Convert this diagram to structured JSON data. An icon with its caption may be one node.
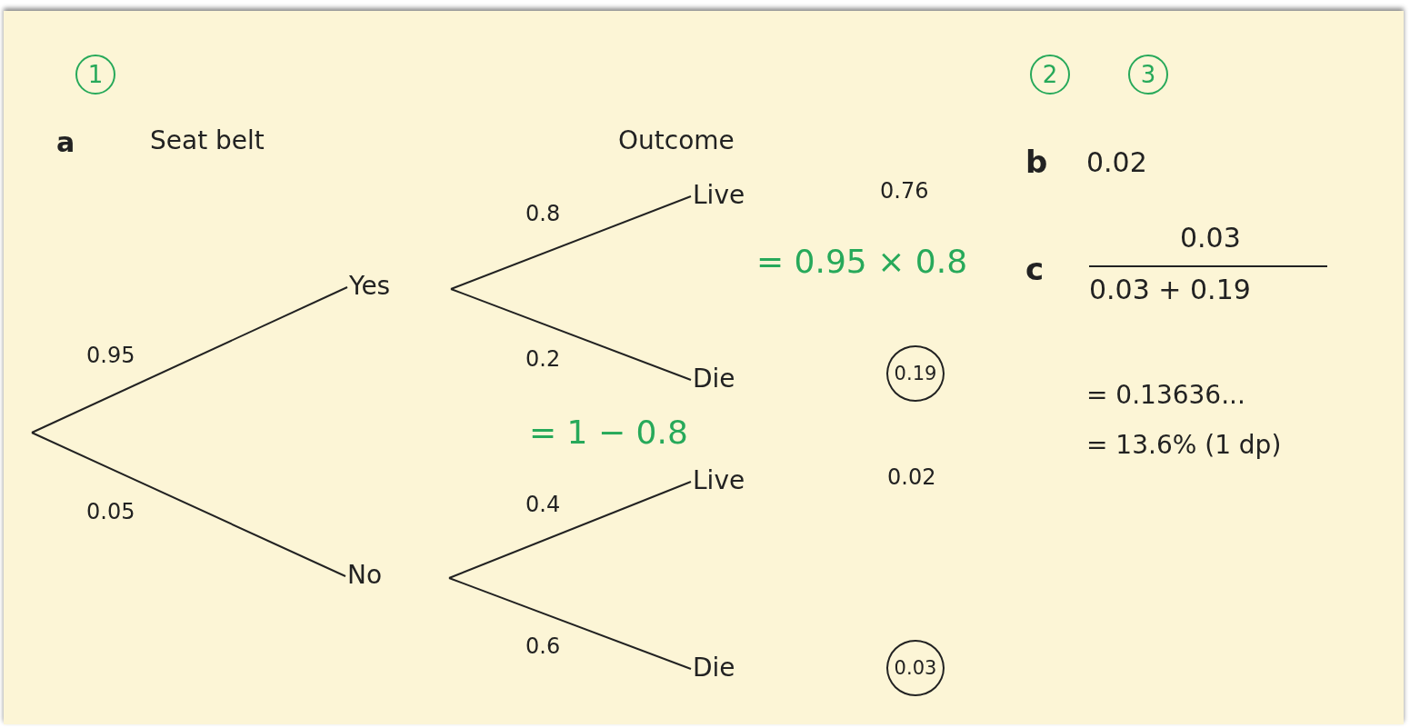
{
  "diagram": {
    "nodes": [
      {
        "text": [
          "1"
        ]
      },
      {
        "text": [
          "2"
        ]
      },
      {
        "text": [
          "3"
        ]
      },
      {
        "text": [
          "Yes"
        ]
      },
      {
        "text": [
          "Live"
        ]
      },
      {
        "text": [
          "Die"
        ]
      },
      {
        "text": [
          "No"
        ]
      },
      {
        "text": [
          "Live"
        ]
      },
      {
        "text": [
          "Die"
        ]
      },
      {
        "text": [
          "0.19"
        ]
      },
      {
        "text": [
          "0.03"
        ]
      }
    ],
    "edges": [
      {
        "from": null,
        "to": 3,
        "arrow": "none",
        "label": "0.95"
      },
      {
        "from": null,
        "to": 6,
        "arrow": "none",
        "label": "0.05"
      },
      {
        "from": 3,
        "to": 4,
        "arrow": "none",
        "label": "0.8"
      },
      {
        "from": 3,
        "to": 5,
        "arrow": "none",
        "label": "0.2"
      },
      {
        "from": 6,
        "to": 7,
        "arrow": "none",
        "label": "0.4"
      },
      {
        "from": 6,
        "to": 8,
        "arrow": "none",
        "label": "0.6"
      }
    ],
    "labels": [
      "a",
      "Seat belt",
      "Outcome",
      "b",
      "0.02",
      "0.76",
      "= 0.95 × 0.8",
      "c",
      "0.03",
      "0.03 + 0.19",
      "= 0.13636...",
      "= 1 − 0.8",
      "= 13.6% (1 dp)",
      "0.02"
    ]
  }
}
